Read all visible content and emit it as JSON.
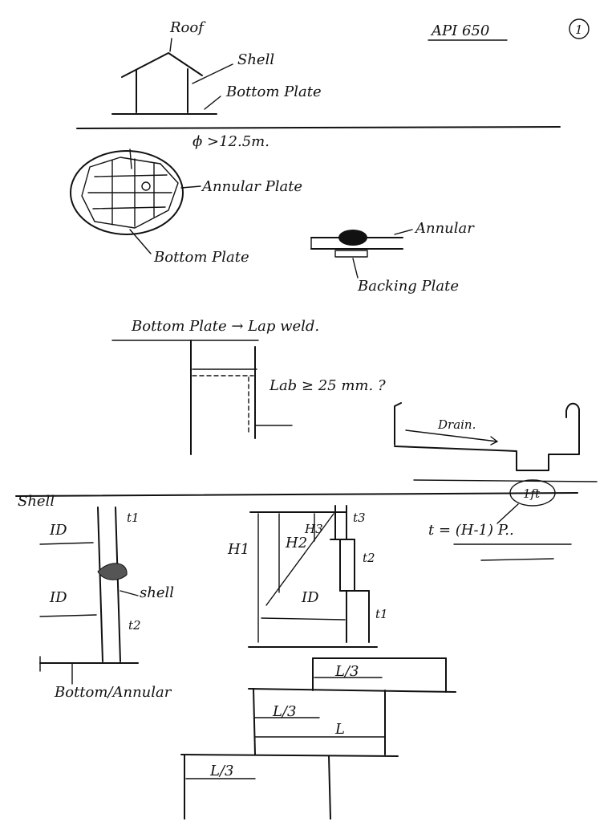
{
  "header": {
    "code": "API 650",
    "page_number": "1"
  },
  "tank_sketch": {
    "roof": "Roof",
    "shell": "Shell",
    "bottom_plate": "Bottom Plate"
  },
  "diameter_note": "ϕ >12.5m.",
  "annular_sketch": {
    "annular_plate": "Annular Plate",
    "bottom_plate": "Bottom Plate"
  },
  "weld_detail": {
    "annular": "Annular",
    "backing_plate": "Backing Plate"
  },
  "lap_weld": {
    "title": "Bottom Plate → Lap weld.",
    "lab_note": "Lab ≥ 25 mm. ?"
  },
  "drain": {
    "label": "Drain."
  },
  "shell_section": {
    "title": "Shell",
    "id_top": "ID",
    "t1_top": "t1",
    "id_bottom": "ID",
    "shell_label": "shell",
    "t2": "t2",
    "bottom_label": "Bottom/Annular"
  },
  "courses": {
    "H1": "H1",
    "H2": "H2",
    "H3": "H3",
    "t3": "t3",
    "t2": "t2",
    "t1": "t1",
    "ID": "ID"
  },
  "formula": {
    "ft_note": "1ft",
    "t_eq": "t = (H-1) P.."
  },
  "staggered": {
    "l3_a": "L/3",
    "l3_b": "L/3",
    "l3_c": "L/3",
    "L": "L"
  }
}
